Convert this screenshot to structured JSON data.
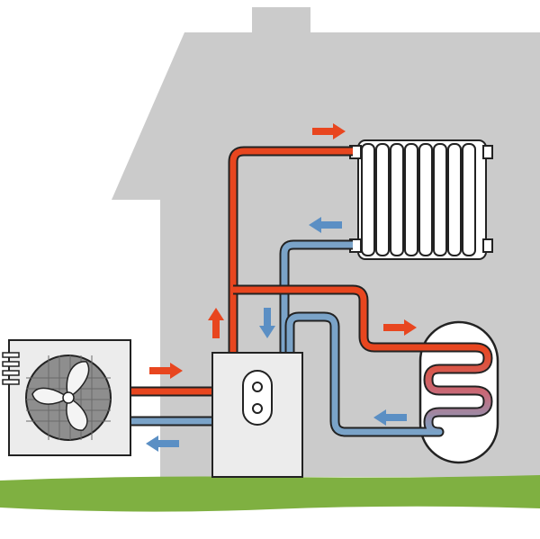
{
  "colors": {
    "background": "#ffffff",
    "house_wall": "#cbcbcb",
    "ground": "#7fb041",
    "hot_pipe": "#e8461f",
    "cold_pipe": "#7aa3c8",
    "pipe_outline": "#222222",
    "arrow_hot": "#e8461f",
    "arrow_cold": "#5b8fc4",
    "unit_fill": "#ececec",
    "fan_fill": "#8e8e8e",
    "fan_blade": "#f4f4f4",
    "radiator_fill": "#ffffff",
    "tank_fill": "#ffffff"
  },
  "components": [
    {
      "id": "outdoor-unit",
      "icon": "heat-pump-fan-icon"
    },
    {
      "id": "indoor-unit",
      "icon": "boiler-box-icon"
    },
    {
      "id": "radiator",
      "icon": "radiator-icon"
    },
    {
      "id": "hot-water-tank",
      "icon": "water-tank-coil-icon"
    }
  ],
  "flow_arrows": [
    {
      "id": "to-radiator",
      "kind": "hot",
      "direction": "right"
    },
    {
      "id": "from-radiator",
      "kind": "cold",
      "direction": "left"
    },
    {
      "id": "to-tank",
      "kind": "hot",
      "direction": "right"
    },
    {
      "id": "from-tank",
      "kind": "cold",
      "direction": "left"
    },
    {
      "id": "up-from-unit",
      "kind": "hot",
      "direction": "up"
    },
    {
      "id": "down-to-unit",
      "kind": "cold",
      "direction": "down"
    },
    {
      "id": "outdoor-to-unit",
      "kind": "hot",
      "direction": "right"
    },
    {
      "id": "unit-to-outdoor",
      "kind": "cold",
      "direction": "left"
    }
  ]
}
